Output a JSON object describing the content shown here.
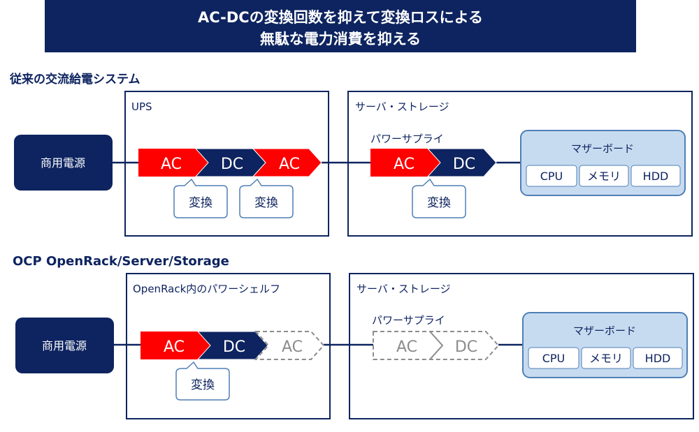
{
  "title": {
    "line1": "AC-DCの変換回数を抑えて変換ロスによる",
    "line2": "無駄な電力消費を抑える"
  },
  "colors": {
    "navy": "#0e2460",
    "red": "#ff0000",
    "gray": "#8c8c8c",
    "board_fill": "#c7dbf0",
    "board_border": "#4f7fb5"
  },
  "section1": {
    "heading": "従来の交流給電システム",
    "source": "商用電源",
    "ups": {
      "label": "UPS",
      "stages": [
        "AC",
        "DC",
        "AC"
      ],
      "callouts": [
        "変換",
        "変換"
      ]
    },
    "server": {
      "label": "サーバ・ストレージ",
      "psu_label": "パワーサプライ",
      "stages": [
        "AC",
        "DC"
      ],
      "callout": "変換",
      "board": {
        "label": "マザーボード",
        "parts": [
          "CPU",
          "メモリ",
          "HDD"
        ]
      }
    }
  },
  "section2": {
    "heading": "OCP OpenRack/Server/Storage",
    "source": "商用電源",
    "shelf": {
      "label": "OpenRack内のパワーシェルフ",
      "stages": [
        "AC",
        "DC",
        "AC"
      ],
      "callout": "変換"
    },
    "server": {
      "label": "サーバ・ストレージ",
      "psu_label": "パワーサプライ",
      "stages": [
        "AC",
        "DC"
      ],
      "board": {
        "label": "マザーボード",
        "parts": [
          "CPU",
          "メモリ",
          "HDD"
        ]
      }
    }
  }
}
